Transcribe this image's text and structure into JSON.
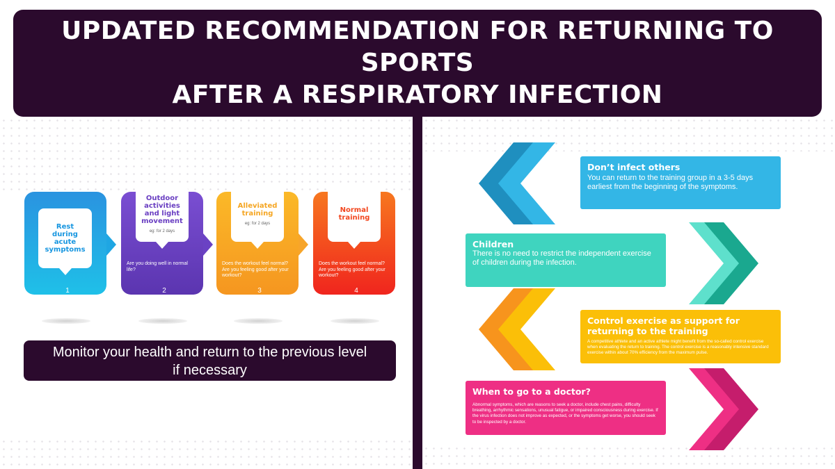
{
  "header": {
    "title": "UPDATED RECOMMENDATION FOR RETURNING TO SPORTS\nAFTER A RESPIRATORY INFECTION"
  },
  "steps": [
    {
      "title": "Rest during acute symptoms",
      "sub": "",
      "question": "",
      "number": "1",
      "color": "#29a8e0"
    },
    {
      "title": "Outdoor activities and light movement",
      "sub": "eg: for 2 days",
      "question": "Are you doing well in normal life?",
      "number": "2",
      "color": "#6f45c4"
    },
    {
      "title": "Alleviated training",
      "sub": "eg: for 2 days",
      "question": "Does the workout feel normal?\nAre you feeling good after your workout?",
      "number": "3",
      "color": "#f7a62a"
    },
    {
      "title": "Normal training",
      "sub": "",
      "question": "Does the workout feel normal?\nAre you feeling good after your workout?",
      "number": "4",
      "color": "#f2471f"
    }
  ],
  "monitor": {
    "text": "Monitor your health and return to the previous level\nif necessary"
  },
  "panels": [
    {
      "title": "Don’t infect others",
      "body": "You can return to the training group in a 3-5 days earliest from the beginning of the symptoms.",
      "color": "#33b6e6"
    },
    {
      "title": "Children",
      "body": "There is no need to restrict the independent exercise of children during the infection.",
      "color": "#3fd4bf"
    },
    {
      "title": "Control exercise as support for returning to the training",
      "body": "A competitive athlete and an active athlete might benefit from the so-called control exercise when evaluating the return to training. The control exercise is a reasonably intensive standard exercise within about 70% efficiency from the maximum pulse.",
      "color": "#fbbf08"
    },
    {
      "title": "When to go to a doctor?",
      "body": "Abnormal symptoms, which are reasons to seek a doctor, include chest pains, difficulty breathing, arrhythmic sensations, unusual fatigue, or impaired consciousness during exercise. If the virus infection does not improve as expected, or the symptoms get worse, you should seek to be inspected by a doctor.",
      "color": "#ee2f84"
    }
  ],
  "icons": [
    "chevron-left-icon",
    "chevron-right-icon"
  ]
}
